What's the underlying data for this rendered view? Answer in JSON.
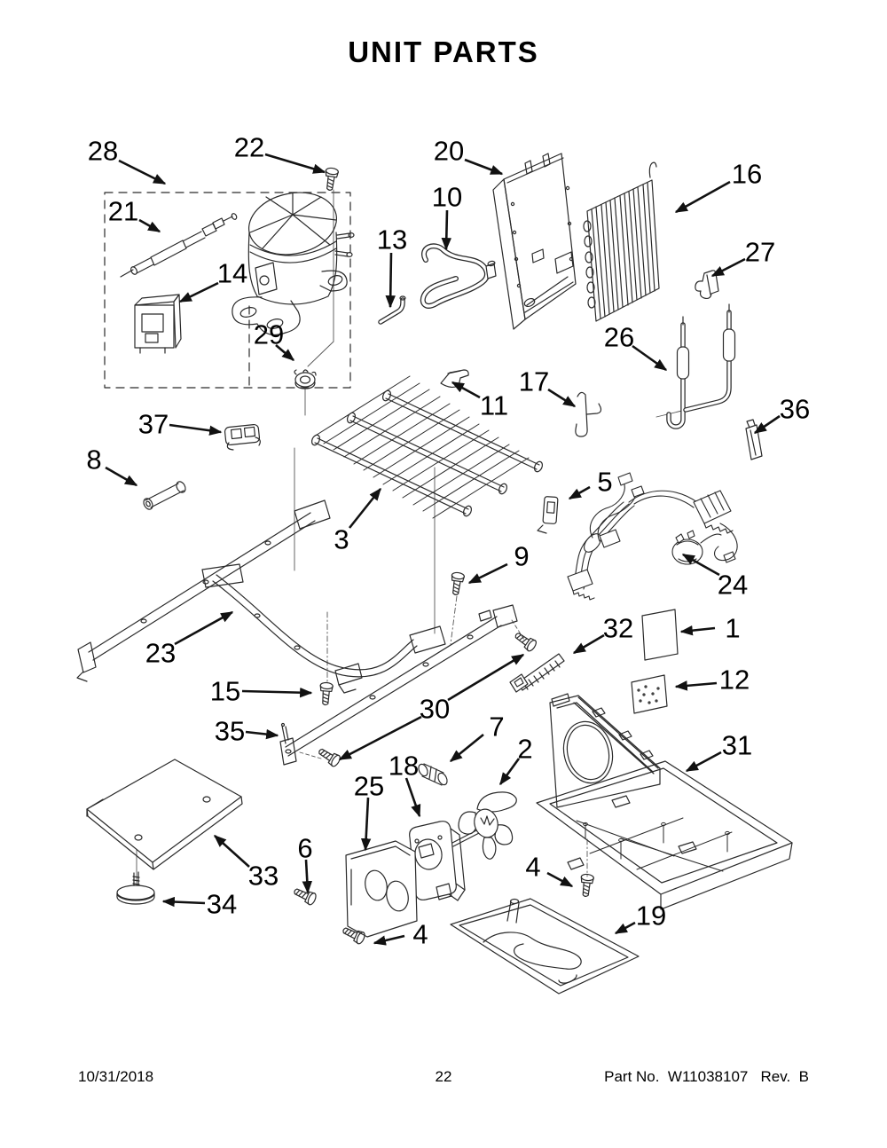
{
  "title": "UNIT  PARTS",
  "footer": {
    "date": "10/31/2018",
    "page": "22",
    "part_no": "Part No.  W11038107   Rev.  B"
  },
  "callouts": [
    "28",
    "22",
    "21",
    "14",
    "29",
    "20",
    "10",
    "13",
    "16",
    "27",
    "26",
    "36",
    "11",
    "17",
    "3",
    "37",
    "8",
    "5",
    "24",
    "9",
    "23",
    "32",
    "1",
    "12",
    "31",
    "15",
    "35",
    "30",
    "7",
    "18",
    "25",
    "2",
    "6",
    "33",
    "34",
    "4",
    "4",
    "19"
  ]
}
